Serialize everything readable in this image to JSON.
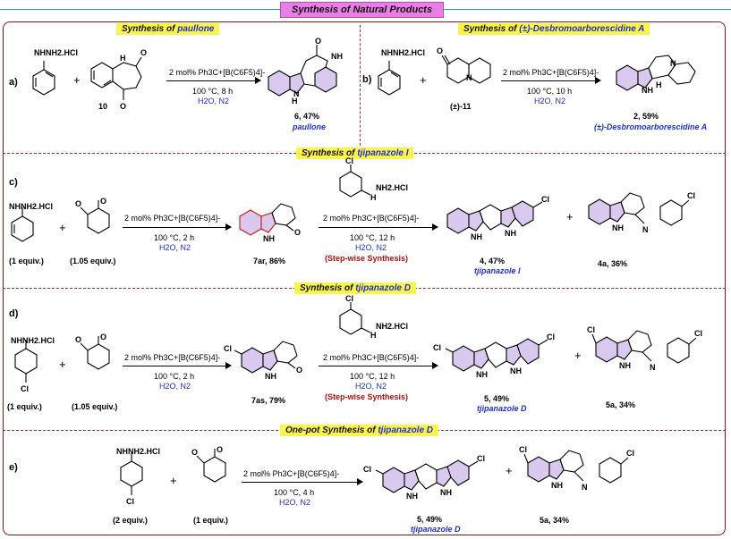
{
  "banner": "Synthesis of Natural Products",
  "sections": {
    "a": {
      "label": "a)",
      "title_prefix": "Synthesis of ",
      "title_name": "paullone",
      "reagent_label": "NHNH2.HCl",
      "substrate_number": "10",
      "cond_top": "2 mol% Ph3C+[B(C6F5)4]-",
      "cond_temp": "100 °C, 8 h",
      "cond_solvent": "H2O, N2",
      "product_yield": "6, 47%",
      "product_name": "paullone"
    },
    "b": {
      "label": "b)",
      "title_prefix": "Synthesis of ",
      "title_name": "(±)-Desbromoarborescidine A",
      "reagent_label": "NHNH2.HCl",
      "substrate_number": "(±)-11",
      "cond_top": "2 mol% Ph3C+[B(C6F5)4]-",
      "cond_temp": "100 °C, 10 h",
      "cond_solvent": "H2O, N2",
      "product_yield": "2, 59%",
      "product_name": "(±)-Desbromoarborescidine A"
    },
    "c": {
      "label": "c)",
      "title_prefix": "Synthesis of ",
      "title_name": "tjipanazole I",
      "reagent_label": "NHNH2.HCl",
      "reagent_equiv": "(1 equiv.)",
      "substrate_equiv": "(1.05 equiv.)",
      "cond1_top": "2 mol% Ph3C+[B(C6F5)4]-",
      "cond1_temp": "100 °C, 2 h",
      "cond1_solvent": "H2O, N2",
      "intermediate": "7ar, 86%",
      "reagent2_label": "NH2.HCl",
      "cond2_top": "2 mol% Ph3C+[B(C6F5)4]-",
      "cond2_temp": "100 °C, 12 h",
      "cond2_solvent": "H2O, N2",
      "stepwise": "(Step-wise Synthesis)",
      "product_yield": "4, 47%",
      "product_name": "tjipanazole I",
      "side_product": "4a, 36%"
    },
    "d": {
      "label": "d)",
      "title_prefix": "Synthesis of ",
      "title_name": "tjipanazole D",
      "reagent_label": "NHNH2.HCl",
      "reagent_equiv": "(1 equiv.)",
      "substrate_equiv": "(1.05 equiv.)",
      "cond1_top": "2 mol% Ph3C+[B(C6F5)4]-",
      "cond1_temp": "100 °C, 2 h",
      "cond1_solvent": "H2O, N2",
      "intermediate": "7as, 79%",
      "reagent2_label": "NH2.HCl",
      "cond2_top": "2 mol% Ph3C+[B(C6F5)4]-",
      "cond2_temp": "100 °C, 12 h",
      "cond2_solvent": "H2O, N2",
      "stepwise": "(Step-wise Synthesis)",
      "product_yield": "5, 49%",
      "product_name": "tjipanazole D",
      "side_product": "5a, 34%"
    },
    "e": {
      "label": "e)",
      "title_prefix": "One-pot Synthesis of ",
      "title_name": "tjipanazole D",
      "reagent_label": "NHNH2.HCl",
      "reagent_equiv": "(2 equiv.)",
      "substrate_equiv": "(1 equiv.)",
      "cond_top": "2 mol% Ph3C+[B(C6F5)4]-",
      "cond_temp": "100 °C, 4 h",
      "cond_solvent": "H2O, N2",
      "product_yield": "5, 49%",
      "product_name": "tjipanazole D",
      "side_product": "5a, 34%"
    }
  },
  "atoms": {
    "O": "O",
    "N": "N",
    "H": "H",
    "Cl": "Cl",
    "NH": "NH",
    "H_N": "H",
    "N_eq": "N"
  },
  "colors": {
    "frame": "#7a1c1c",
    "banner": "#e97ee6",
    "title_bg": "#fbf44a",
    "blue_text": "#1f2fd0",
    "red_text": "#b01010",
    "ring_fill": "#d9c9ee",
    "rule": "#2f8f9f"
  }
}
